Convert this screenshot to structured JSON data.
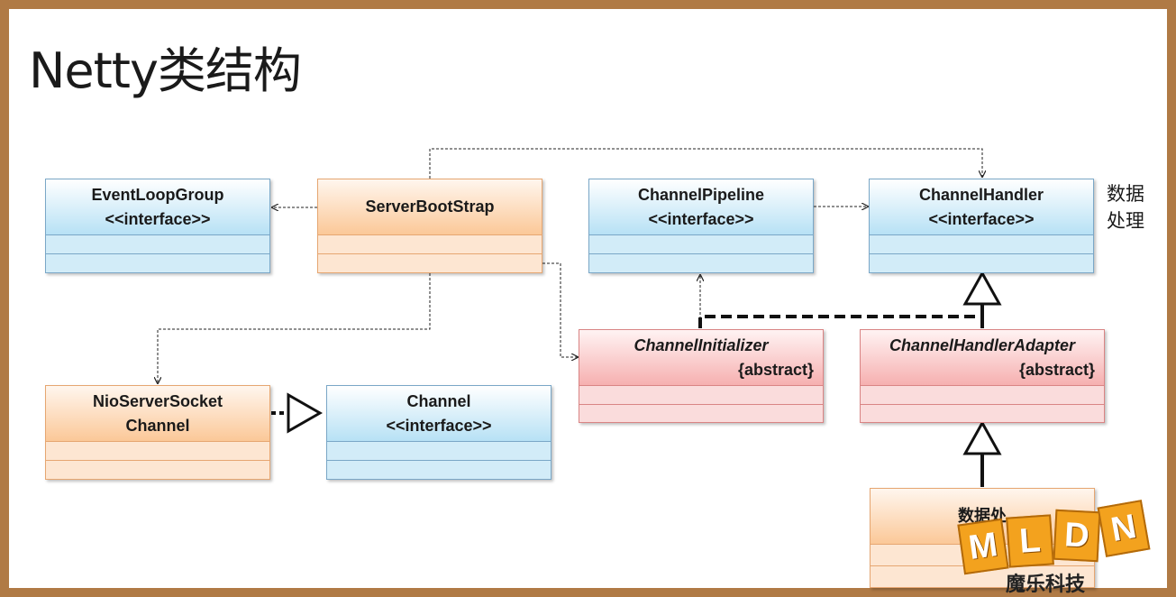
{
  "slide": {
    "title": "Netty类结构"
  },
  "side_note": {
    "line1": "数据",
    "line2": "处理"
  },
  "boxes": {
    "event_loop_group": {
      "name": "EventLoopGroup",
      "stereotype": "<<interface>>"
    },
    "server_bootstrap": {
      "name": "ServerBootStrap"
    },
    "channel_pipeline": {
      "name": "ChannelPipeline",
      "stereotype": "<<interface>>"
    },
    "channel_handler": {
      "name": "ChannelHandler",
      "stereotype": "<<interface>>"
    },
    "nio_server_socket_channel": {
      "name_line1": "NioServerSocket",
      "name_line2": "Channel"
    },
    "channel": {
      "name": "Channel",
      "stereotype": "<<interface>>"
    },
    "channel_initializer": {
      "name": "ChannelInitializer",
      "stereotype": "{abstract}"
    },
    "channel_handler_adapter": {
      "name": "ChannelHandlerAdapter",
      "stereotype": "{abstract}"
    },
    "data_handler": {
      "name": "数据处"
    }
  },
  "watermark": {
    "letters": [
      "M",
      "L",
      "D",
      "N"
    ],
    "subtitle": "魔乐科技"
  },
  "colors": {
    "interface": "#b7e1f5",
    "class": "#fbc898",
    "abstract": "#f6b0b0",
    "logo": "#f3a21e"
  }
}
